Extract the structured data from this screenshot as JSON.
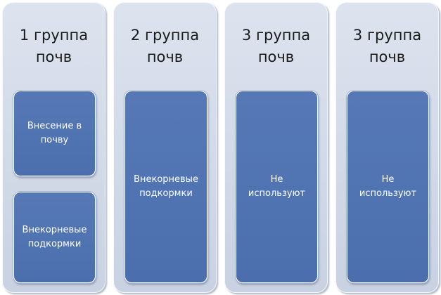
{
  "columns": [
    {
      "title": "1 группа\nпочв",
      "boxes": [
        "Внесение в\nпочву",
        "Внекорневые\nподкормки"
      ]
    },
    {
      "title": "2 группа\nпочв",
      "boxes": [
        "Внекорневые\nподкормки"
      ]
    },
    {
      "title": "3 группа\nпочв",
      "boxes": [
        "Не\nиспользуют"
      ]
    },
    {
      "title": "3 группа\nпочв",
      "boxes": [
        "Не\nиспользуют"
      ]
    }
  ],
  "colors": {
    "column_fill": "#d3dae8",
    "box_fill": "#5171b0",
    "box_text": "#ffffff",
    "title_text": "#1b1b1b"
  }
}
